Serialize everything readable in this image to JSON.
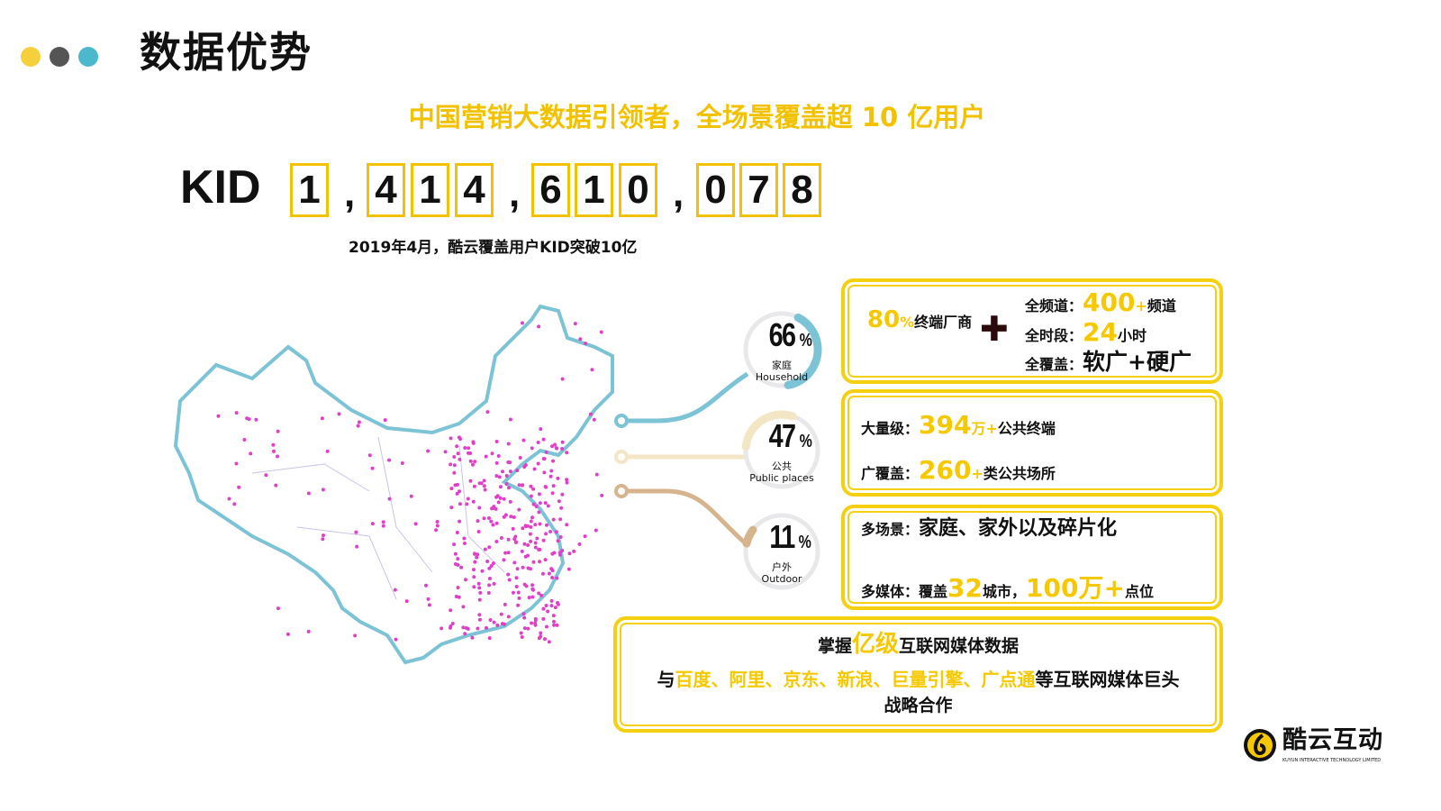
{
  "header": {
    "title": "数据优势",
    "dot_colors": [
      "#f5cf3c",
      "#555555",
      "#4bb8cc"
    ]
  },
  "subtitle": "中国营销大数据引领者，全场景覆盖超 10 亿用户",
  "kid": {
    "label": "KID",
    "digits": [
      "1",
      ",",
      "4",
      "1",
      "4",
      ",",
      "6",
      "1",
      "0",
      ",",
      "0",
      "7",
      "8"
    ],
    "caption": "2019年4月，酷云覆盖用户KID突破10亿"
  },
  "stats": [
    {
      "value": "66",
      "unit": "%",
      "cn": "家庭",
      "en": "Household",
      "fraction": 0.66,
      "color": "#7cc3d6"
    },
    {
      "value": "47",
      "unit": "%",
      "cn": "公共",
      "en": "Public places",
      "fraction": 0.47,
      "color": "#f3e6c4"
    },
    {
      "value": "11",
      "unit": "%",
      "cn": "户外",
      "en": "Outdoor",
      "fraction": 0.11,
      "color": "#d6b48e"
    }
  ],
  "box1": {
    "pct": "80",
    "pct_unit": "%",
    "vendor": "终端厂商",
    "plus": "✚",
    "rows": [
      {
        "label": "全频道：",
        "value": "400",
        "suffix": "+",
        "text": "频道"
      },
      {
        "label": "全时段：",
        "value": "24",
        "text": "小时"
      },
      {
        "label": "全覆盖：",
        "text": "软广+硬广"
      }
    ]
  },
  "box2": {
    "rows": [
      {
        "label": "大量级：",
        "value": "394",
        "suffix": "万+",
        "text": "公共终端"
      },
      {
        "label": "广覆盖：",
        "value": "260",
        "suffix": "+",
        "text": "类公共场所"
      }
    ]
  },
  "box3": {
    "row1_label": "多场景：",
    "row1_text": "家庭、家外以及碎片化",
    "row2_label": "多媒体：",
    "row2_pre": "覆盖",
    "row2_num": "32",
    "row2_mid": "城市，",
    "row2_num2": "100万+",
    "row2_text": "点位"
  },
  "box4": {
    "l1_pre": "掌握",
    "l1_hi": "亿级",
    "l1_post": "互联网媒体数据",
    "l2_pre": "与",
    "l2_hi": "百度、阿里、京东、新浪、巨量引擎、广点通",
    "l2_post": "等互联网媒体巨头",
    "l3": "战略合作"
  },
  "logo": {
    "name": "酷云互动",
    "sub": "KUYUN INTERACTIVE TECHNOLOGY LIMITED"
  }
}
